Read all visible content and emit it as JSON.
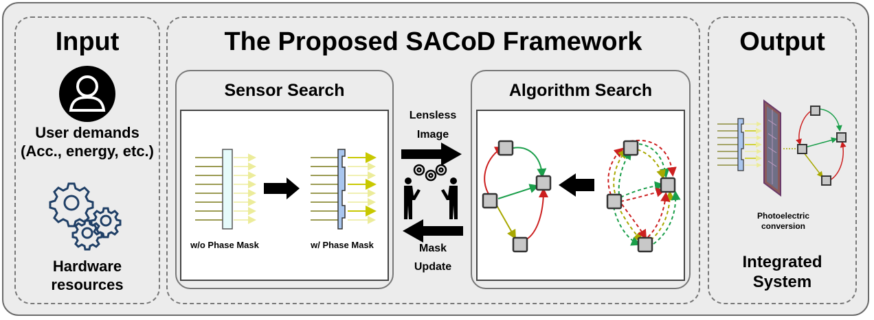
{
  "input": {
    "title": "Input",
    "user_line1": "User demands",
    "user_line2": "(Acc., energy, etc.)",
    "hw_line1": "Hardware",
    "hw_line2": "resources",
    "icons": [
      "user-icon",
      "gears-icon"
    ]
  },
  "framework": {
    "title": "The Proposed SACoD Framework",
    "sensor": {
      "title": "Sensor Search",
      "left_label": "w/o Phase Mask",
      "right_label": "w/ Phase Mask"
    },
    "exchange": {
      "top_line1": "Lensless",
      "top_line2": "Image",
      "bottom_line1": "Mask",
      "bottom_line2": "Update",
      "icons": [
        "collaboration-gears-icon",
        "arrow-right-icon",
        "arrow-left-icon"
      ]
    },
    "algorithm": {
      "title": "Algorithm Search"
    }
  },
  "output": {
    "title": "Output",
    "photo_line1": "Photoelectric",
    "photo_line2": "conversion",
    "sys_line1": "Integrated",
    "sys_line2": "System"
  },
  "colors": {
    "beam": "#7a7a1a",
    "beam_light": "#f0f0a0",
    "beam_bright": "#d6d600",
    "plate_plain": "#e6fbfb",
    "plate_mask": "#a9c6ee",
    "edge_green": "#1a9e4a",
    "edge_red": "#cc1f1f",
    "edge_olive": "#a8a800",
    "node_fill": "#c8c8c8"
  }
}
